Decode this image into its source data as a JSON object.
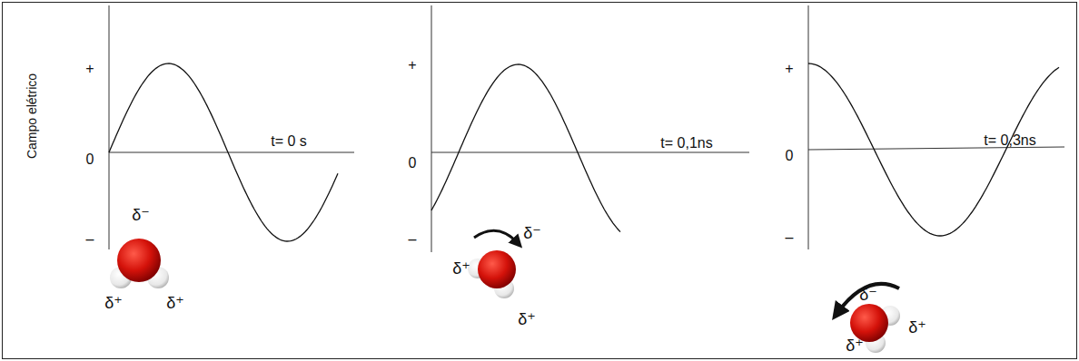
{
  "diagram": {
    "labels": [
      "Campo elétrico",
      "+",
      "0",
      "–",
      "t= 0 s",
      "δ⁻",
      "δ⁺",
      "δ⁺",
      "+",
      "0",
      "–",
      "t= 0,1ns",
      "δ⁻",
      "δ⁺",
      "δ⁺",
      "+",
      "0",
      "–",
      "t= 0,3ns",
      "δ⁻",
      "δ⁺",
      "δ⁺"
    ]
  }
}
